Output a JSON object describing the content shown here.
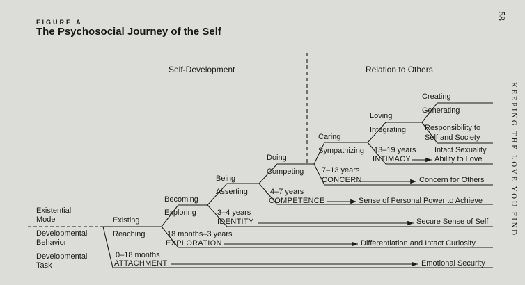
{
  "figure": {
    "label": "FIGURE A",
    "title": "The Psychosocial Journey of the Self",
    "page_number": "58",
    "running_head": "KEEPING THE LOVE YOU FIND"
  },
  "sections": {
    "left": "Self-Development",
    "right": "Relation to Others"
  },
  "row_labels": {
    "existential": [
      "Existential",
      "Mode"
    ],
    "behavior": [
      "Developmental",
      "Behavior"
    ],
    "task": [
      "Developmental",
      "Task"
    ]
  },
  "stages": [
    {
      "mode": "Existing",
      "behavior": "Reaching",
      "age": "0–18 months",
      "task": "ATTACHMENT",
      "outcome": "Emotional Security"
    },
    {
      "mode": "Becoming",
      "behavior": "Exploring",
      "age": "18 months–3 years",
      "task": "EXPLORATION",
      "outcome": "Differentiation and Intact Curiosity"
    },
    {
      "mode": "Being",
      "behavior": "Asserting",
      "age": "3–4 years",
      "task": "IDENTITY",
      "outcome": "Secure Sense of Self"
    },
    {
      "mode": "Doing",
      "behavior": "Competing",
      "age": "4–7 years",
      "task": "COMPETENCE",
      "outcome": "Sense of Personal Power to Achieve"
    },
    {
      "mode": "Caring",
      "behavior": "Sympathizing",
      "age": "7–13 years",
      "task": "CONCERN",
      "outcome": "Concern for Others"
    },
    {
      "mode": "Loving",
      "behavior": "Integrating",
      "age": "13–19 years",
      "task": "INTIMACY",
      "outcome": [
        "Intact Sexuality",
        "Ability to Love"
      ]
    }
  ],
  "final_stage": {
    "mode": "Creating",
    "behavior": "Generating",
    "outcome": [
      "Responsibility to",
      "Self and Society"
    ]
  }
}
